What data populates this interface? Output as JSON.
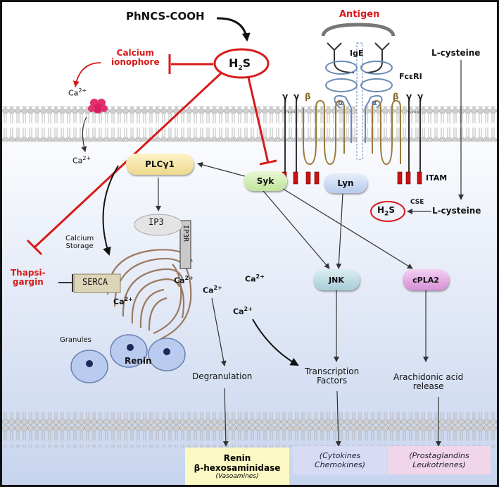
{
  "labels": {
    "phncs": "PhNCS-COOH",
    "h2s_main": "H",
    "h2s_sub": "2",
    "h2s_tail": "S",
    "antigen": "Antigen",
    "ige": "IgE",
    "fceri": "FcεRI",
    "gamma": "γ",
    "beta": "β",
    "alpha": "α",
    "l_cysteine_top": "L-cysteine",
    "l_cysteine_bottom": "L-cysteine",
    "cse": "CSE",
    "itam": "ITAM",
    "calcium_ionophore_line1": "Calcium",
    "calcium_ionophore_line2": "ionophore",
    "ca": "Ca",
    "ca_sup": "2+",
    "plcy1": "PLCγ1",
    "ip3": "IP3",
    "ip3r": "IP3R",
    "calcium_storage_line1": "Calcium",
    "calcium_storage_line2": "Storage",
    "thapsigargin_line1": "Thapsi-",
    "thapsigargin_line2": "gargin",
    "serca": "SERCA",
    "syk": "Syk",
    "lyn": "Lyn",
    "jnk": "JNK",
    "cpla2": "cPLA2",
    "granules": "Granules",
    "renin_granule": "Renin",
    "degranulation": "Degranulation",
    "tf_line1": "Transcription",
    "tf_line2": "Factors",
    "aa_line1": "Arachidonic acid",
    "aa_line2": "release"
  },
  "outputs": {
    "renin_line1": "Renin",
    "renin_line2": "β-hexosaminidase",
    "renin_line3": "(Vasoamines)",
    "cyto_line1": "(Cytokines",
    "cyto_line2": "Chemokines)",
    "prost_line1": "(Prostaglandins",
    "prost_line2": "Leukotrienes)"
  },
  "colors": {
    "inhibition": "#d81a1a",
    "membrane_head": "#c9c9c9",
    "cytoplasm_top": "#ffffff",
    "cytoplasm_bottom": "#cdd9ef",
    "plcy1": "#f6e7b0",
    "syk": "#d5efb8",
    "lyn": "#c9d9f2",
    "jnk": "#b8d9e0",
    "cpla2": "#e6a8e6",
    "renin_box": "#fbf7c0",
    "cyto_box": "#d8dcf5",
    "prost_box": "#f0d6ea"
  }
}
